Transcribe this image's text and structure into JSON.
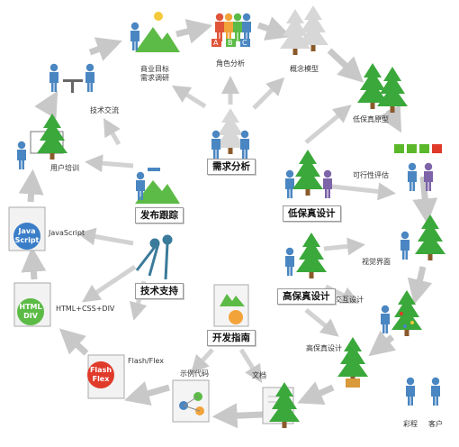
{
  "center": {
    "label": "需求分析"
  },
  "inner_boxes": {
    "publish": "发布跟踪",
    "support": "技术支持",
    "guide": "开发指南",
    "low_fi": "低保真设计",
    "high_fi": "高保真设计"
  },
  "outer_labels": {
    "business_goal": "商业目标",
    "requirement_research": "需求调研",
    "role_analysis": "角色分析",
    "concept_model": "概念模型",
    "low_fi_prototype": "低保真原型",
    "feasibility": "可行性评估",
    "visual_ui": "视觉界面",
    "interaction": "交互设计",
    "high_fi_design": "高保真设计",
    "docs": "文档",
    "sample_code": "示例代码",
    "flash": "Flash/Flex",
    "html_css": "HTML+CSS+DIV",
    "javascript": "JavaScript",
    "user_training": "用户培训",
    "tech_exchange": "技术交流",
    "colleague": "彩程",
    "client": "客户"
  },
  "badges": {
    "role_a": "A",
    "role_b": "B",
    "role_c": "C",
    "js_line1": "Java",
    "js_line2": "Script",
    "html_line1": "HTML",
    "html_line2": "DIV",
    "flash_line1": "Flash",
    "flash_line2": "Flex"
  },
  "colors": {
    "arrow": "#c8c8c8",
    "person_blue": "#4a86c2",
    "person_purple": "#7d63a8",
    "tree_green": "#3aa83a",
    "tree_gray": "#d7d7d7",
    "check_green": "#5bb82a",
    "cross_red": "#e03a2a"
  }
}
